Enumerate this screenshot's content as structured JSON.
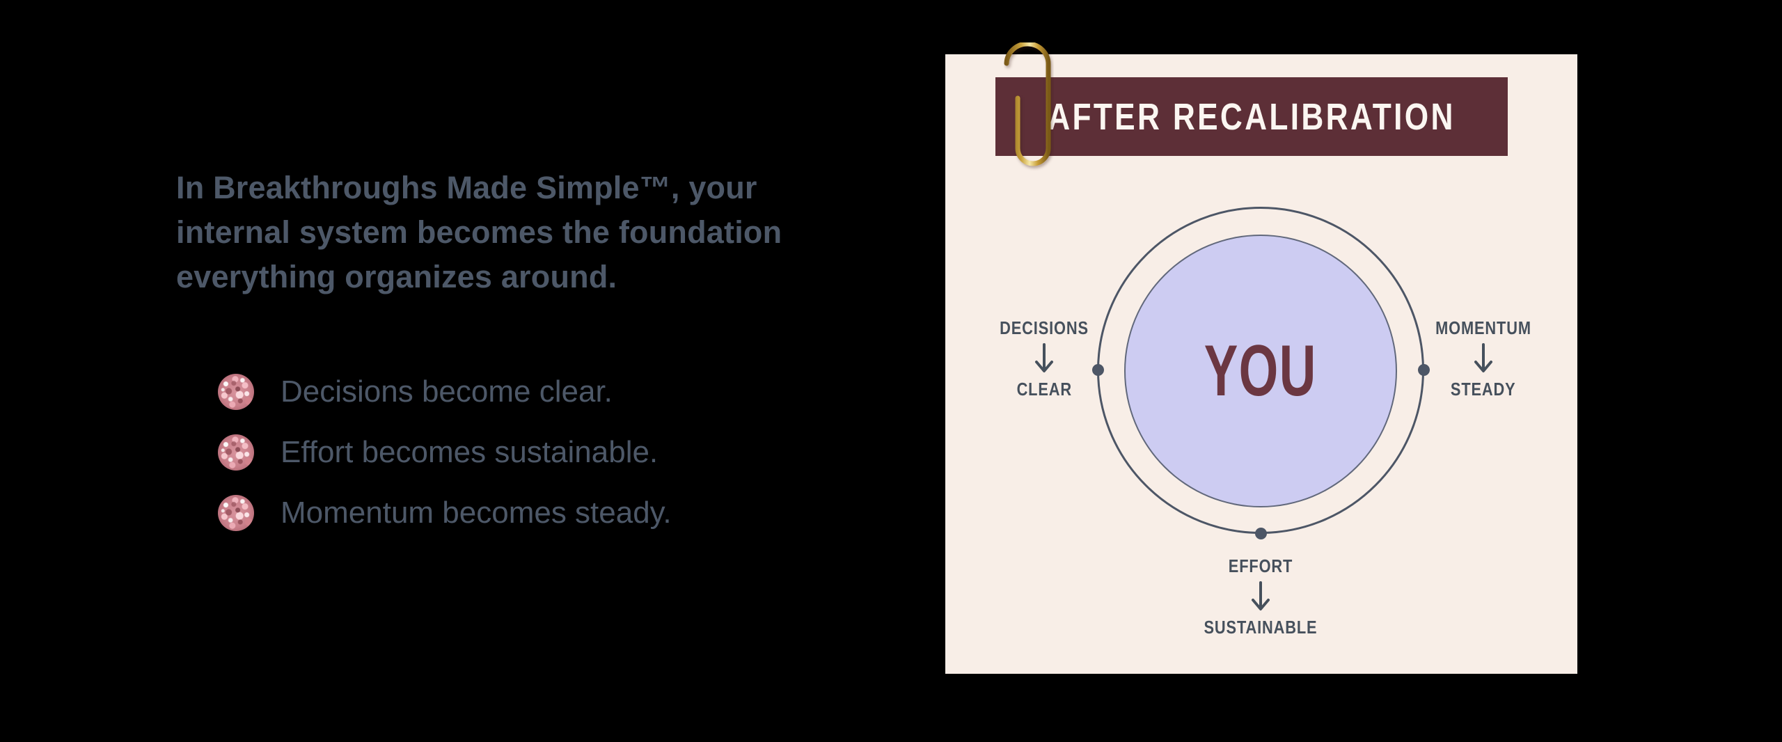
{
  "page": {
    "background": "#000000"
  },
  "intro": {
    "heading_lines": [
      "In Breakthroughs Made Simple™, your",
      "internal system becomes the foundation",
      "everything organizes around."
    ],
    "text_color": "#4d5868",
    "bullets": [
      {
        "icon": "rose-glitter-dot",
        "text": "Decisions become clear."
      },
      {
        "icon": "rose-glitter-dot",
        "text": "Effort becomes sustainable."
      },
      {
        "icon": "rose-glitter-dot",
        "text": "Momentum becomes steady."
      }
    ]
  },
  "card": {
    "background": "#f8eee7",
    "banner": {
      "label": "AFTER RECALIBRATION",
      "background": "#5d2f37",
      "text_color": "#fbf6f1"
    },
    "decoration": "gold-paperclip",
    "diagram": {
      "center_label": "YOU",
      "center_circle_color": "#cdccf2",
      "center_text_color": "#6b3742",
      "ring_color": "#4d5666",
      "label_color": "#46505c",
      "nodes": [
        {
          "position": "left",
          "from": "DECISIONS",
          "arrow": "↓",
          "to": "CLEAR"
        },
        {
          "position": "right",
          "from": "MOMENTUM",
          "arrow": "↓",
          "to": "STEADY"
        },
        {
          "position": "bottom",
          "from": "EFFORT",
          "arrow": "↓",
          "to": "SUSTAINABLE"
        }
      ]
    }
  }
}
